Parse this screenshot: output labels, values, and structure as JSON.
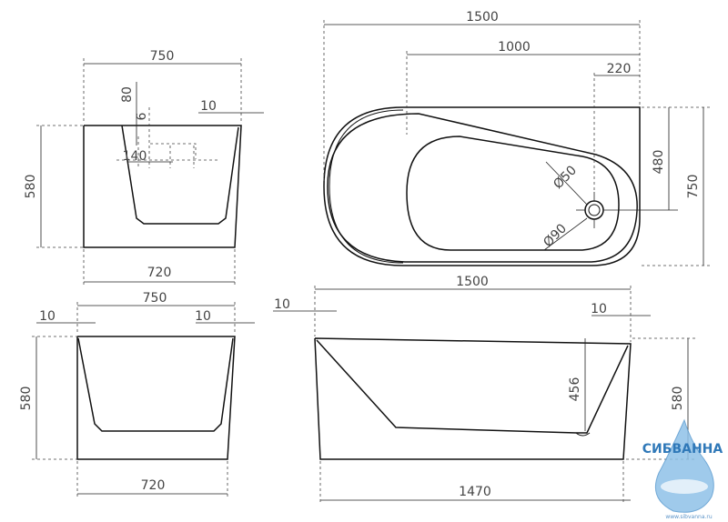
{
  "front_view": {
    "width_top": "750",
    "width_bottom": "720",
    "height": "580",
    "wall_offset": "10",
    "overflow_depth": "80",
    "overflow_small": "6",
    "overflow_width": "140"
  },
  "top_view": {
    "length": "1500",
    "inner_length": "1000",
    "drain_offset": "220",
    "drain_width": "480",
    "width": "750",
    "dia_overflow": "Ø50",
    "dia_drain": "Ø90"
  },
  "end_view": {
    "width_top": "750",
    "width_bottom": "720",
    "height": "580",
    "wall_left": "10",
    "wall_right": "10"
  },
  "side_view": {
    "length_top": "1500",
    "length_bottom": "1470",
    "height": "580",
    "inner_depth": "456",
    "wall_left": "10",
    "wall_right": "10"
  },
  "logo": {
    "brand": "СИБВАННА",
    "url": "www.sibvanna.ru",
    "color": "#2f78b8"
  }
}
